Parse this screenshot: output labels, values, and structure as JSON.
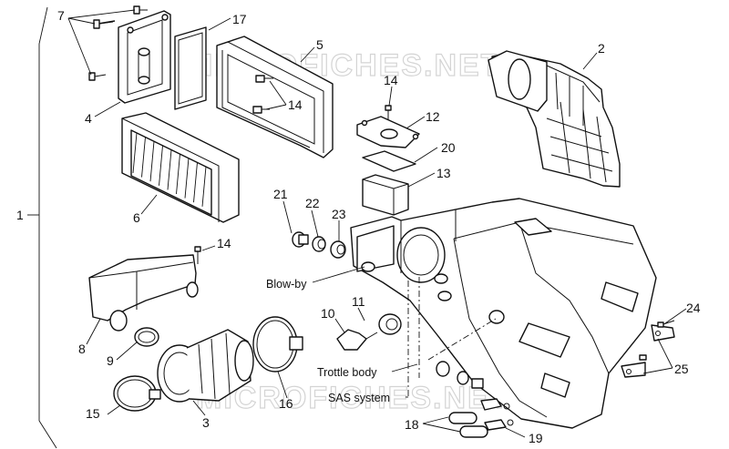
{
  "diagram": {
    "callouts": {
      "c1": "1",
      "c2": "2",
      "c3": "3",
      "c4": "4",
      "c5": "5",
      "c6": "6",
      "c7": "7",
      "c8": "8",
      "c9": "9",
      "c10": "10",
      "c11": "11",
      "c12": "12",
      "c13": "13",
      "c14a": "14",
      "c14b": "14",
      "c14c": "14",
      "c15": "15",
      "c16": "16",
      "c17": "17",
      "c18": "18",
      "c19": "19",
      "c20": "20",
      "c21": "21",
      "c22": "22",
      "c23": "23",
      "c24": "24",
      "c25": "25"
    },
    "notes": {
      "blowby": "Blow-by",
      "throttle": "Trottle body",
      "sas": "SAS system"
    },
    "watermark": "MICROFICHES.NET"
  }
}
